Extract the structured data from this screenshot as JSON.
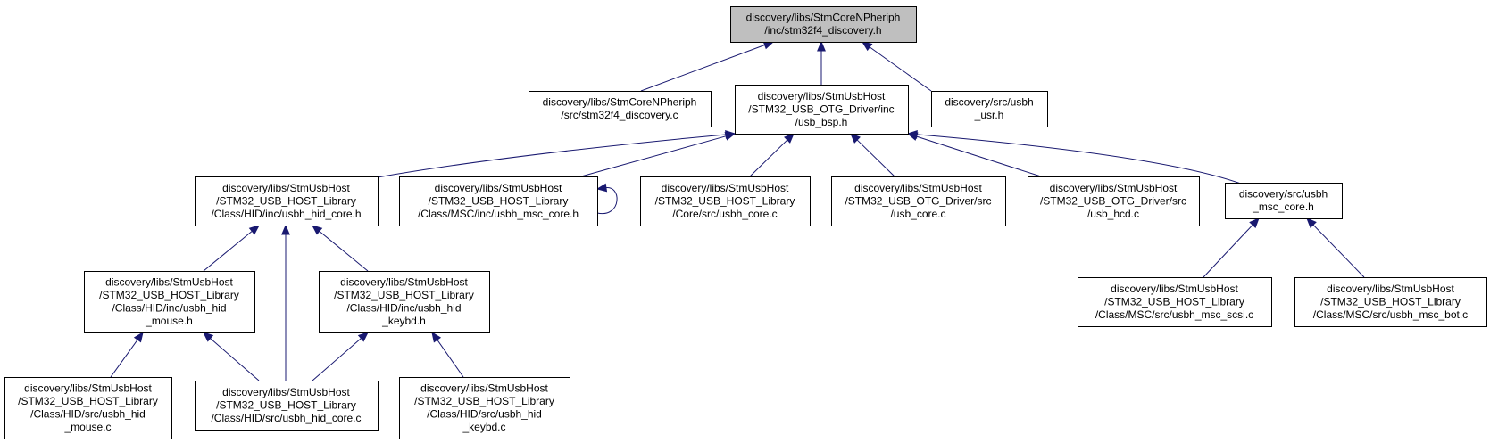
{
  "colors": {
    "edge": "#191970",
    "root_fill": "#bfbfbf",
    "node_fill": "#ffffff",
    "node_border": "#000000"
  },
  "nodes": [
    {
      "id": "root",
      "lines": [
        "discovery/libs/StmCoreNPheriph",
        "/inc/stm32f4_discovery.h"
      ],
      "highlight": true
    },
    {
      "id": "stm32f4_discovery_c",
      "lines": [
        "discovery/libs/StmCoreNPheriph",
        "/src/stm32f4_discovery.c"
      ]
    },
    {
      "id": "usb_bsp_h",
      "lines": [
        "discovery/libs/StmUsbHost",
        "/STM32_USB_OTG_Driver/inc",
        "/usb_bsp.h"
      ]
    },
    {
      "id": "usbh_usr_h",
      "lines": [
        "discovery/src/usbh",
        "_usr.h"
      ]
    },
    {
      "id": "usbh_hid_core_h",
      "lines": [
        "discovery/libs/StmUsbHost",
        "/STM32_USB_HOST_Library",
        "/Class/HID/inc/usbh_hid_core.h"
      ]
    },
    {
      "id": "usbh_msc_core_h_lib",
      "lines": [
        "discovery/libs/StmUsbHost",
        "/STM32_USB_HOST_Library",
        "/Class/MSC/inc/usbh_msc_core.h"
      ]
    },
    {
      "id": "usbh_core_c",
      "lines": [
        "discovery/libs/StmUsbHost",
        "/STM32_USB_HOST_Library",
        "/Core/src/usbh_core.c"
      ]
    },
    {
      "id": "usb_core_c",
      "lines": [
        "discovery/libs/StmUsbHost",
        "/STM32_USB_OTG_Driver/src",
        "/usb_core.c"
      ]
    },
    {
      "id": "usb_hcd_c",
      "lines": [
        "discovery/libs/StmUsbHost",
        "/STM32_USB_OTG_Driver/src",
        "/usb_hcd.c"
      ]
    },
    {
      "id": "usbh_msc_core_h_src",
      "lines": [
        "discovery/src/usbh",
        "_msc_core.h"
      ]
    },
    {
      "id": "usbh_hid_mouse_h",
      "lines": [
        "discovery/libs/StmUsbHost",
        "/STM32_USB_HOST_Library",
        "/Class/HID/inc/usbh_hid",
        "_mouse.h"
      ]
    },
    {
      "id": "usbh_hid_keybd_h",
      "lines": [
        "discovery/libs/StmUsbHost",
        "/STM32_USB_HOST_Library",
        "/Class/HID/inc/usbh_hid",
        "_keybd.h"
      ]
    },
    {
      "id": "usbh_msc_scsi_c",
      "lines": [
        "discovery/libs/StmUsbHost",
        "/STM32_USB_HOST_Library",
        "/Class/MSC/src/usbh_msc_scsi.c"
      ]
    },
    {
      "id": "usbh_msc_bot_c",
      "lines": [
        "discovery/libs/StmUsbHost",
        "/STM32_USB_HOST_Library",
        "/Class/MSC/src/usbh_msc_bot.c"
      ]
    },
    {
      "id": "usbh_hid_mouse_c",
      "lines": [
        "discovery/libs/StmUsbHost",
        "/STM32_USB_HOST_Library",
        "/Class/HID/src/usbh_hid",
        "_mouse.c"
      ]
    },
    {
      "id": "usbh_hid_core_c",
      "lines": [
        "discovery/libs/StmUsbHost",
        "/STM32_USB_HOST_Library",
        "/Class/HID/src/usbh_hid_core.c"
      ]
    },
    {
      "id": "usbh_hid_keybd_c",
      "lines": [
        "discovery/libs/StmUsbHost",
        "/STM32_USB_HOST_Library",
        "/Class/HID/src/usbh_hid",
        "_keybd.c"
      ]
    }
  ],
  "edges": [
    {
      "from": "root",
      "to": "stm32f4_discovery_c"
    },
    {
      "from": "root",
      "to": "usb_bsp_h"
    },
    {
      "from": "root",
      "to": "usbh_usr_h"
    },
    {
      "from": "usb_bsp_h",
      "to": "usbh_hid_core_h"
    },
    {
      "from": "usb_bsp_h",
      "to": "usbh_msc_core_h_lib"
    },
    {
      "from": "usb_bsp_h",
      "to": "usbh_core_c"
    },
    {
      "from": "usb_bsp_h",
      "to": "usb_core_c"
    },
    {
      "from": "usb_bsp_h",
      "to": "usb_hcd_c"
    },
    {
      "from": "usb_bsp_h",
      "to": "usbh_msc_core_h_src"
    },
    {
      "from": "usbh_msc_core_h_lib",
      "to": "usbh_msc_core_h_lib"
    },
    {
      "from": "usbh_hid_core_h",
      "to": "usbh_hid_mouse_h"
    },
    {
      "from": "usbh_hid_core_h",
      "to": "usbh_hid_core_c"
    },
    {
      "from": "usbh_hid_core_h",
      "to": "usbh_hid_keybd_h"
    },
    {
      "from": "usbh_hid_mouse_h",
      "to": "usbh_hid_mouse_c"
    },
    {
      "from": "usbh_hid_mouse_h",
      "to": "usbh_hid_core_c"
    },
    {
      "from": "usbh_hid_keybd_h",
      "to": "usbh_hid_core_c"
    },
    {
      "from": "usbh_hid_keybd_h",
      "to": "usbh_hid_keybd_c"
    },
    {
      "from": "usbh_msc_core_h_src",
      "to": "usbh_msc_scsi_c"
    },
    {
      "from": "usbh_msc_core_h_src",
      "to": "usbh_msc_bot_c"
    }
  ]
}
